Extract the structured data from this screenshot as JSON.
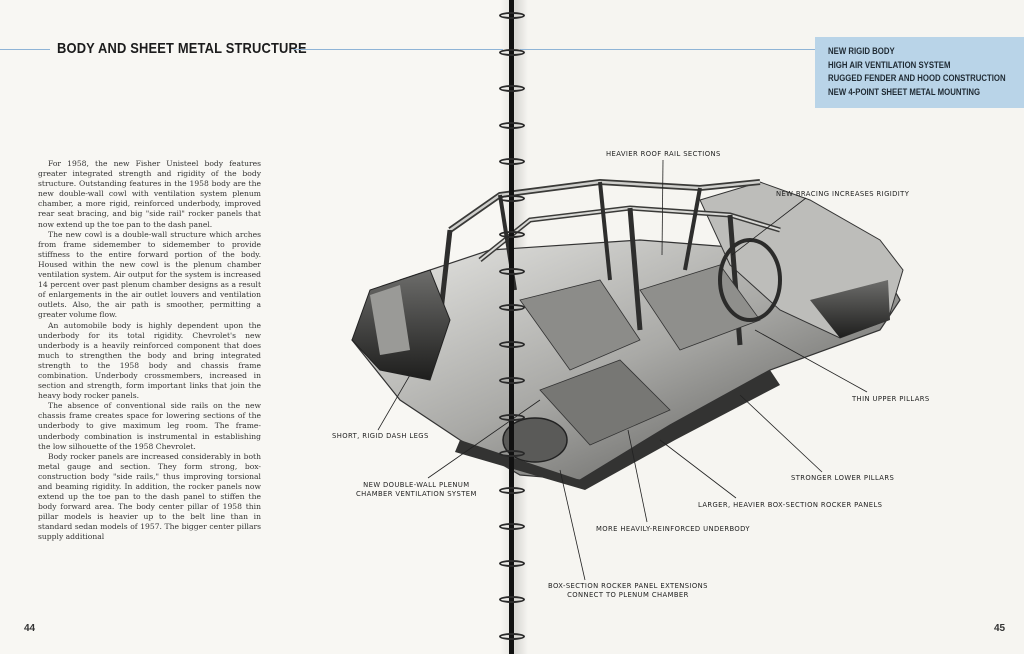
{
  "left_page": {
    "title": "BODY AND SHEET METAL STRUCTURE",
    "paragraphs": [
      "For 1958, the new Fisher Unisteel body features greater integrated strength and rigidity of the body structure. Outstanding features in the 1958 body are the new double-wall cowl with ventilation system plenum chamber, a more rigid, reinforced underbody, improved rear seat bracing, and big \"side rail\" rocker panels that now extend up the toe pan to the dash panel.",
      "The new cowl is a double-wall structure which arches from frame sidemember to sidemember to provide stiffness to the entire forward portion of the body. Housed within the new cowl is the plenum chamber ventilation system. Air output for the system is increased 14 percent over past plenum chamber designs as a result of enlargements in the air outlet louvers and ventilation outlets. Also, the air path is smoother, permitting a greater volume flow.",
      "An automobile body is highly dependent upon the underbody for its total rigidity. Chevrolet's new underbody is a heavily reinforced component that does much to strengthen the body and bring integrated strength to the 1958 body and chassis frame combination. Underbody crossmembers, increased in section and strength, form important links that join the heavy body rocker panels.",
      "The absence of conventional side rails on the new chassis frame creates space for lowering sections of the underbody to give maximum leg room. The frame-underbody combination is instrumental in establishing the low silhouette of the 1958 Chevrolet.",
      "Body rocker panels are increased considerably in both metal gauge and section. They form strong, box-construction body \"side rails,\" thus improving torsional and beaming rigidity. In addition, the rocker panels now extend up the toe pan to the dash panel to stiffen the body forward area. The body center pillar of 1958 thin pillar models is heavier up to the belt line than in standard sedan models of 1957. The bigger center pillars supply additional"
    ],
    "page_number": "44"
  },
  "right_page": {
    "highlights": [
      "NEW RIGID BODY",
      "HIGH AIR VENTILATION SYSTEM",
      "RUGGED FENDER AND HOOD CONSTRUCTION",
      "NEW 4-POINT SHEET METAL MOUNTING"
    ],
    "callouts": {
      "roof_rail": "HEAVIER ROOF RAIL SECTIONS",
      "bracing": "NEW BRACING INCREASES RIGIDITY",
      "upper_pillars": "THIN UPPER PILLARS",
      "lower_pillars": "STRONGER LOWER PILLARS",
      "rocker_panels": "LARGER, HEAVIER BOX-SECTION ROCKER PANELS",
      "underbody": "MORE HEAVILY-REINFORCED UNDERBODY",
      "extensions_1": "BOX-SECTION ROCKER PANEL EXTENSIONS",
      "extensions_2": "CONNECT TO PLENUM CHAMBER",
      "plenum_1": "NEW DOUBLE-WALL PLENUM",
      "plenum_2": "CHAMBER VENTILATION SYSTEM",
      "dash_legs": "SHORT, RIGID DASH LEGS"
    },
    "page_number": "45"
  },
  "colors": {
    "highlight_box": "#b9d4e8",
    "rule_line": "#8fb4d6",
    "paper": "#f7f6f2"
  }
}
